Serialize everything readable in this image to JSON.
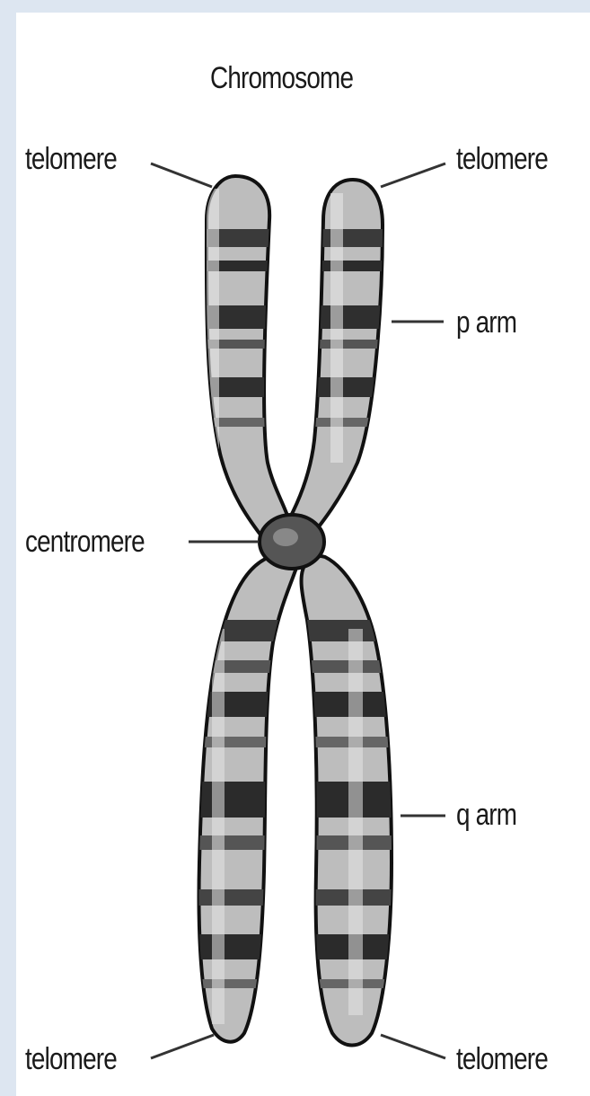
{
  "title": "Chromosome",
  "labels": {
    "telomere_top_left": "telomere",
    "telomere_top_right": "telomere",
    "p_arm": "p arm",
    "centromere": "centromere",
    "q_arm": "q arm",
    "telomere_bottom_left": "telomere",
    "telomere_bottom_right": "telomere"
  },
  "colors": {
    "background": "#dde6f1",
    "panel": "#ffffff",
    "chromatid_fill": "#b9b9b9",
    "band": "#2b2b2b",
    "outline": "#111111"
  }
}
